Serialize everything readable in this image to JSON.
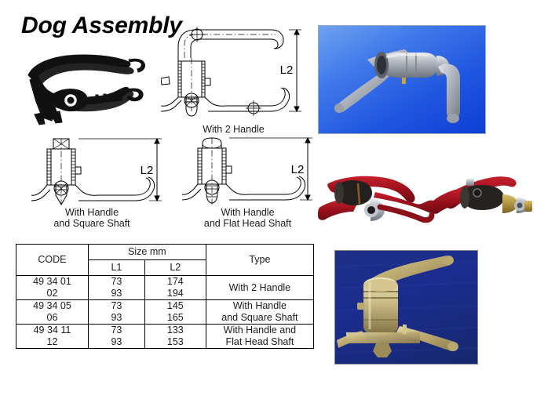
{
  "page": {
    "title": "Dog Assembly",
    "background_color": "#ffffff"
  },
  "diagrams": [
    {
      "name": "sketch",
      "caption": "",
      "dimension_label": ""
    },
    {
      "name": "with-2-handle",
      "caption": "With 2 Handle",
      "dimension_label": "L2"
    },
    {
      "name": "with-handle-and-square-shaft",
      "caption": "With Handle\nand Square Shaft",
      "dimension_label": "L2"
    },
    {
      "name": "with-handle-and-flat-head-shaft",
      "caption": "With Handle\nand Flat Head Shaft",
      "dimension_label": "L2"
    }
  ],
  "photos": [
    {
      "name": "metallic-dog-assembly-blue-background",
      "background_color": "#1f56e0",
      "body_color": "#b9bcc2"
    },
    {
      "name": "red-handle-dog-assemblies-pair",
      "background_color": "#ffffff",
      "body_color": "#991018"
    },
    {
      "name": "gold-dog-assembly-dark-blue-background",
      "background_color": "#1b2d8e",
      "body_color": "#c8b884"
    }
  ],
  "table": {
    "headers": {
      "code": "CODE",
      "size_group": "Size mm",
      "l1": "L1",
      "l2": "L2",
      "type": "Type"
    },
    "rows": [
      {
        "code": "49 34 01\n02",
        "l1": "73\n93",
        "l2": "174\n194",
        "type": "With 2 Handle"
      },
      {
        "code": "49 34 05\n06",
        "l1": "73\n93",
        "l2": "145\n165",
        "type": "With Handle\nand Square Shaft"
      },
      {
        "code": "49 34 11\n12",
        "l1": "73\n93",
        "l2": "133\n153",
        "type": "With Handle and\nFlat Head Shaft"
      }
    ]
  }
}
